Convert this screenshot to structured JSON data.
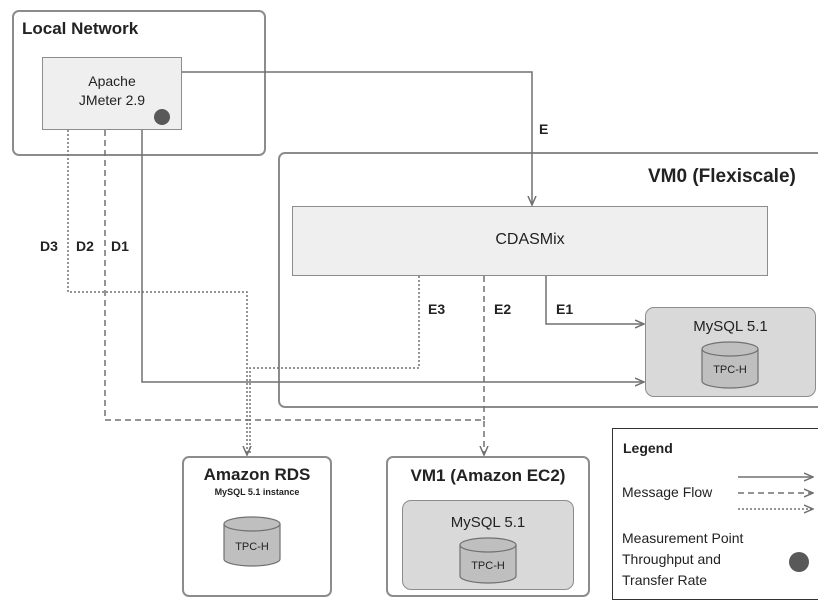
{
  "local_network": {
    "title": "Local Network"
  },
  "jmeter": {
    "line1": "Apache",
    "line2": "JMeter 2.9"
  },
  "vm0": {
    "title": "VM0 (Flexiscale)"
  },
  "cdasmix": {
    "label": "CDASMix"
  },
  "mysql_vm0": {
    "title": "MySQL 5.1",
    "db": "TPC-H"
  },
  "amazon_rds": {
    "title": "Amazon RDS",
    "subtitle": "MySQL 5.1 instance",
    "db": "TPC-H"
  },
  "vm1": {
    "title": "VM1 (Amazon EC2)",
    "mysql": "MySQL 5.1",
    "db": "TPC-H"
  },
  "flow_labels": {
    "e": "E",
    "d3": "D3",
    "d2": "D2",
    "d1": "D1",
    "e3": "E3",
    "e2": "E2",
    "e1": "E1"
  },
  "legend": {
    "title": "Legend",
    "message_flow": "Message Flow",
    "measurement_line1": "Measurement Point",
    "measurement_line2": "Throughput and",
    "measurement_line3": "Transfer Rate"
  },
  "colors": {
    "border": "#8c8c8c",
    "line": "#707070",
    "box_fill": "#efefef",
    "db_fill": "#d9d9d9",
    "cyl_fill": "#bfbfbf",
    "point": "#595959"
  }
}
